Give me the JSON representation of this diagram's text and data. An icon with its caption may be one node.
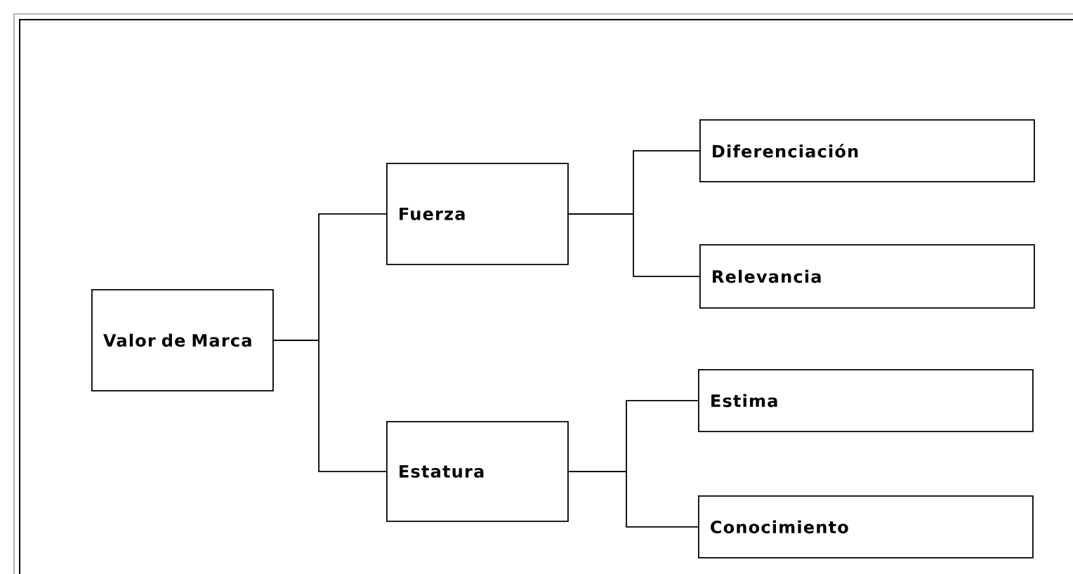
{
  "diagram": {
    "nodes": [
      {
        "text": [
          "Valor de Marca"
        ]
      },
      {
        "text": [
          "Fuerza"
        ]
      },
      {
        "text": [
          "Estatura"
        ]
      },
      {
        "text": [
          "Diferenciación"
        ]
      },
      {
        "text": [
          "Relevancia"
        ]
      },
      {
        "text": [
          "Estima"
        ]
      },
      {
        "text": [
          "Conocimiento"
        ]
      }
    ],
    "edges": [
      {
        "from": 0,
        "to": 1,
        "arrow": "none"
      },
      {
        "from": 0,
        "to": 2,
        "arrow": "none"
      },
      {
        "from": 1,
        "to": 3,
        "arrow": "none"
      },
      {
        "from": 1,
        "to": 4,
        "arrow": "none"
      },
      {
        "from": 2,
        "to": 5,
        "arrow": "none"
      },
      {
        "from": 2,
        "to": 6,
        "arrow": "none"
      }
    ]
  }
}
